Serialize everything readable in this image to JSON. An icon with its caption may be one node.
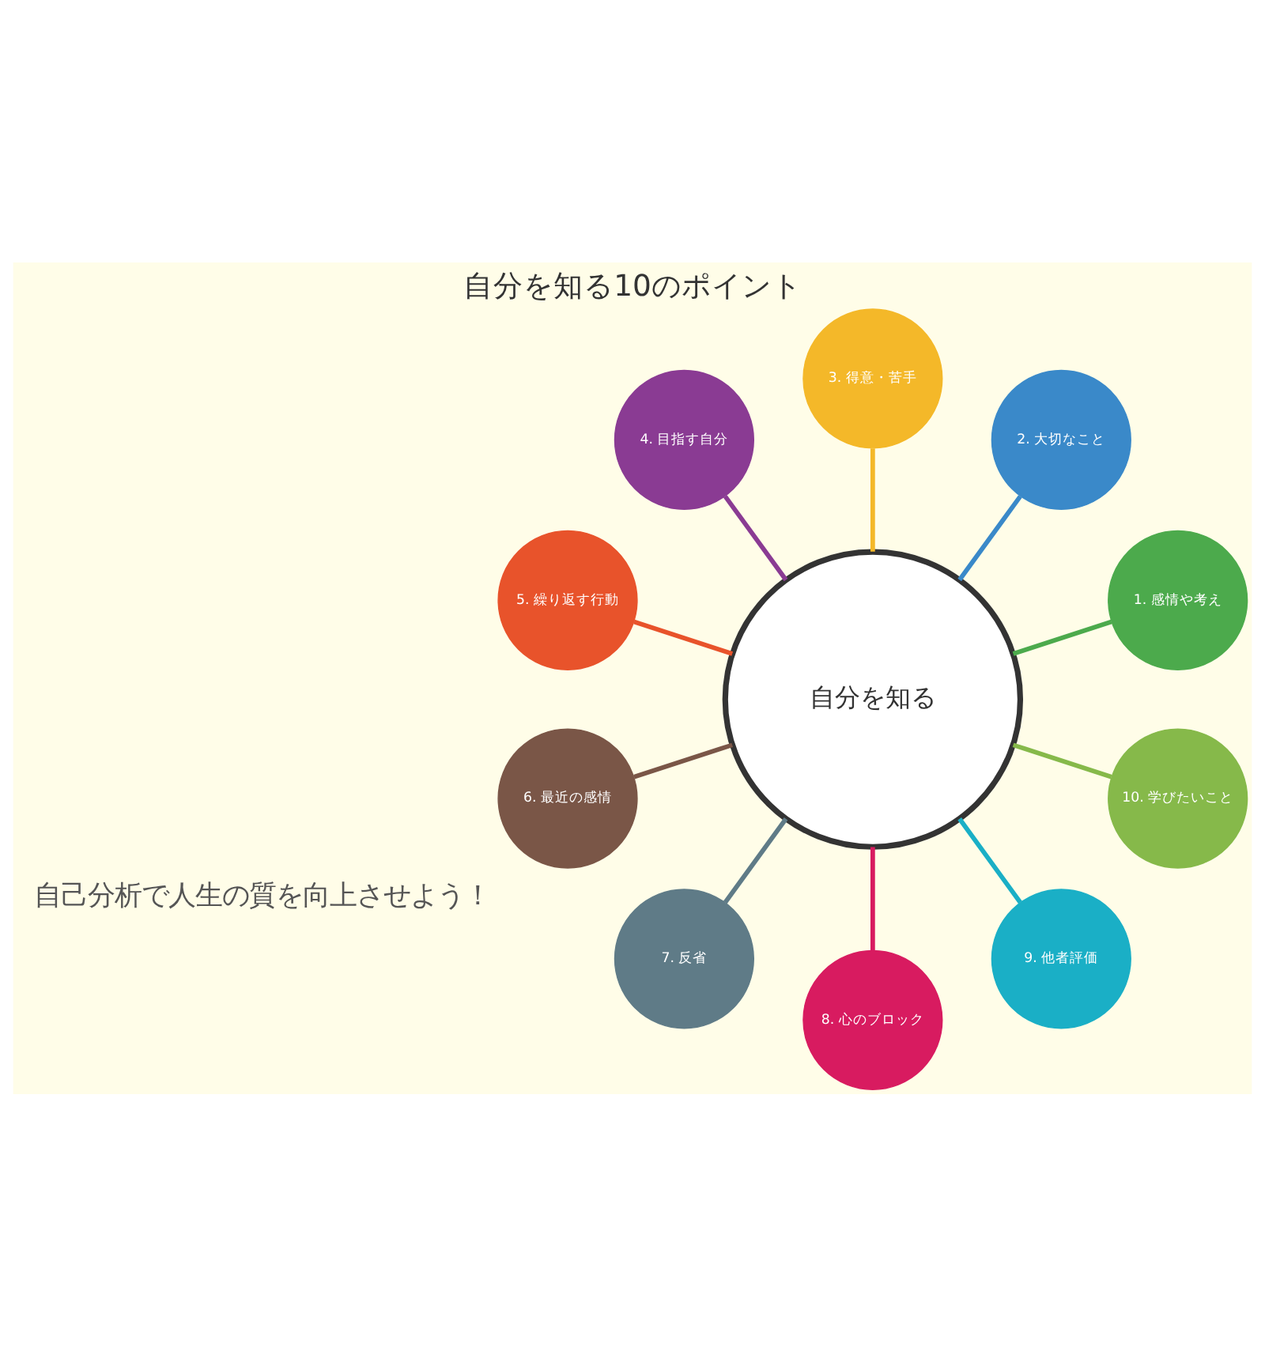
{
  "diagram": {
    "title": "自分を知る10のポイント",
    "caption": "自己分析で人生の質を向上させよう！",
    "nodes": [
      {
        "text": [
          "自分を知る"
        ]
      },
      {
        "text": [
          "1. 感情や考え"
        ]
      },
      {
        "text": [
          "2. 大切なこと"
        ]
      },
      {
        "text": [
          "3. 得意・苦手"
        ]
      },
      {
        "text": [
          "4. 目指す自分"
        ]
      },
      {
        "text": [
          "5. 繰り返す行動"
        ]
      },
      {
        "text": [
          "6. 最近の感情"
        ]
      },
      {
        "text": [
          "7. 反省"
        ]
      },
      {
        "text": [
          "8. 心のブロック"
        ]
      },
      {
        "text": [
          "9. 他者評価"
        ]
      },
      {
        "text": [
          "10. 学びたいこと"
        ]
      }
    ],
    "edges": [
      {
        "from": 0,
        "to": 1,
        "arrow": "none",
        "color": "#4caa4c"
      },
      {
        "from": 0,
        "to": 2,
        "arrow": "none",
        "color": "#3a89c9"
      },
      {
        "from": 0,
        "to": 3,
        "arrow": "none",
        "color": "#f4b829"
      },
      {
        "from": 0,
        "to": 4,
        "arrow": "none",
        "color": "#8a3b93"
      },
      {
        "from": 0,
        "to": 5,
        "arrow": "none",
        "color": "#e8532b"
      },
      {
        "from": 0,
        "to": 6,
        "arrow": "none",
        "color": "#7a5647"
      },
      {
        "from": 0,
        "to": 7,
        "arrow": "none",
        "color": "#5f7b87"
      },
      {
        "from": 0,
        "to": 8,
        "arrow": "none",
        "color": "#d81b60"
      },
      {
        "from": 0,
        "to": 9,
        "arrow": "none",
        "color": "#1aafc6"
      },
      {
        "from": 0,
        "to": 10,
        "arrow": "none",
        "color": "#86b94a"
      }
    ]
  }
}
